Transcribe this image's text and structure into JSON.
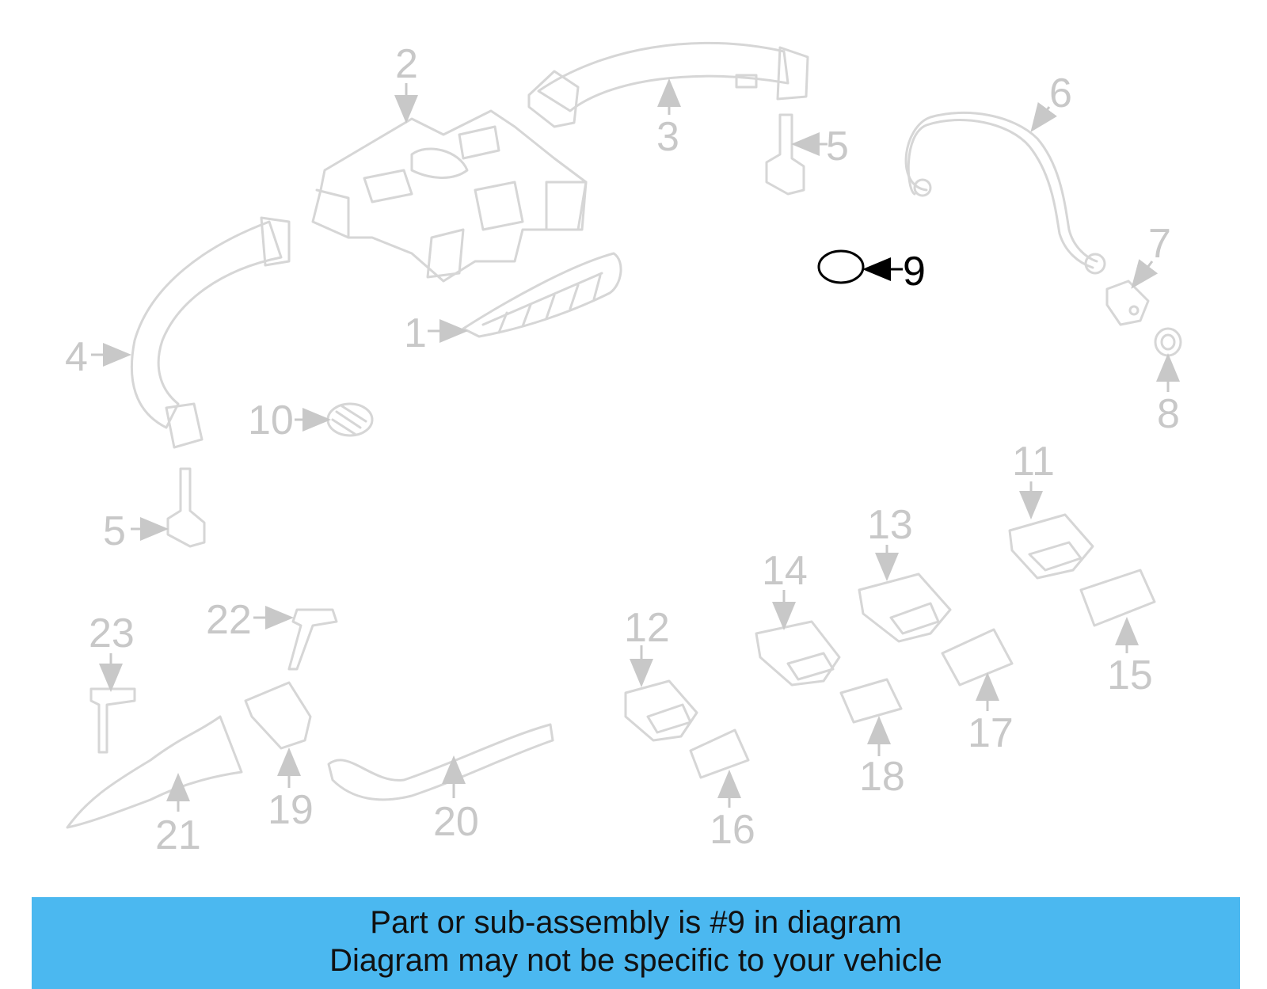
{
  "diagram": {
    "callouts": [
      {
        "id": "1",
        "label": "1"
      },
      {
        "id": "2",
        "label": "2"
      },
      {
        "id": "3",
        "label": "3"
      },
      {
        "id": "4",
        "label": "4"
      },
      {
        "id": "5a",
        "label": "5"
      },
      {
        "id": "5b",
        "label": "5"
      },
      {
        "id": "6",
        "label": "6"
      },
      {
        "id": "7",
        "label": "7"
      },
      {
        "id": "8",
        "label": "8"
      },
      {
        "id": "9",
        "label": "9",
        "highlighted": true
      },
      {
        "id": "10",
        "label": "10"
      },
      {
        "id": "11",
        "label": "11"
      },
      {
        "id": "12",
        "label": "12"
      },
      {
        "id": "13",
        "label": "13"
      },
      {
        "id": "14",
        "label": "14"
      },
      {
        "id": "15",
        "label": "15"
      },
      {
        "id": "16",
        "label": "16"
      },
      {
        "id": "17",
        "label": "17"
      },
      {
        "id": "18",
        "label": "18"
      },
      {
        "id": "19",
        "label": "19"
      },
      {
        "id": "20",
        "label": "20"
      },
      {
        "id": "21",
        "label": "21"
      },
      {
        "id": "22",
        "label": "22"
      },
      {
        "id": "23",
        "label": "23"
      }
    ]
  },
  "banner": {
    "line1": "Part or sub-assembly is #9 in diagram",
    "line2": "Diagram may not be specific to your vehicle"
  },
  "colors": {
    "banner_bg": "#4bb8f0",
    "highlight": "#000000",
    "muted": "#c8c8c8"
  }
}
